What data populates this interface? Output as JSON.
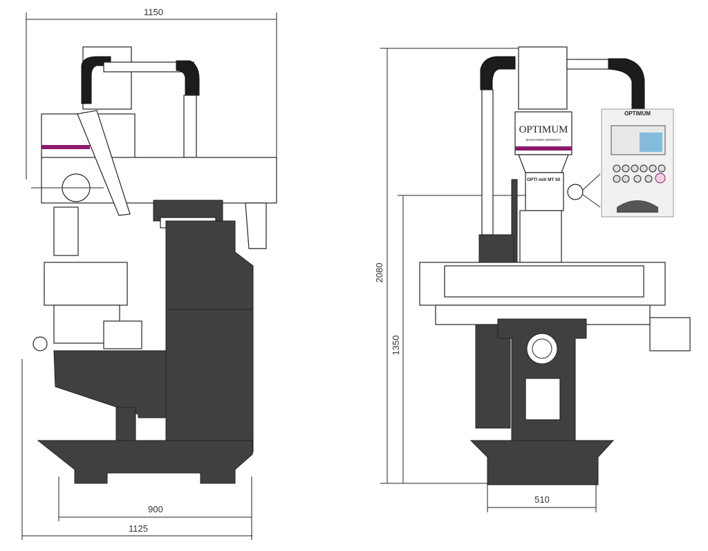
{
  "dimensions": {
    "side_width_total": "1150",
    "base_width": "900",
    "base_depth": "1125",
    "total_height": "2080",
    "table_height": "1350",
    "front_base_width": "510"
  },
  "branding": {
    "head_logo": "OPTIMUM",
    "head_sub": "MASCHINEN GERMANY",
    "panel_logo": "OPTIMUM",
    "model_logo": "OPTI mill MT 50"
  },
  "colors": {
    "accent": "#8b1a6b",
    "machine_dark": "#404040"
  }
}
